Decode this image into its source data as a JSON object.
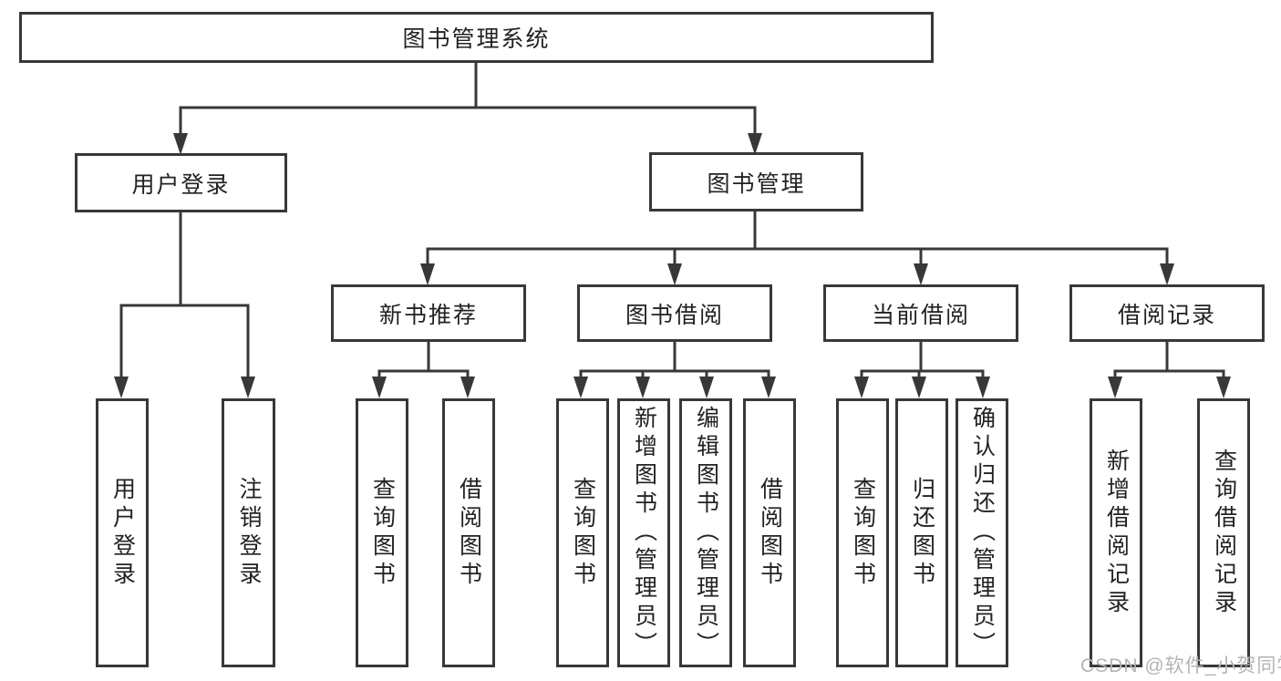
{
  "colors": {
    "line": "#383838",
    "text": "#222222",
    "box_background": "#ffffff",
    "watermark": "#b4b4b4"
  },
  "diagram": {
    "root": {
      "label": "图书管理系统"
    },
    "level2": {
      "user_login": {
        "label": "用户登录"
      },
      "book_mgmt": {
        "label": "图书管理"
      }
    },
    "level3": {
      "new_book": {
        "label": "新书推荐"
      },
      "book_borrow": {
        "label": "图书借阅"
      },
      "current_borrow": {
        "label": "当前借阅"
      },
      "borrow_record": {
        "label": "借阅记录"
      }
    },
    "leaves": {
      "user_login": [
        "用户登录",
        "注销登录"
      ],
      "new_book": [
        "查询图书",
        "借阅图书"
      ],
      "book_borrow": [
        "查询图书",
        "新增图书（管理员）",
        "编辑图书（管理员）",
        "借阅图书"
      ],
      "current_borrow": [
        "查询图书",
        "归还图书",
        "确认归还（管理员）"
      ],
      "borrow_record": [
        "新增借阅记录",
        "查询借阅记录"
      ]
    }
  },
  "watermark": {
    "text": "CSDN @软件_小贺同学"
  }
}
